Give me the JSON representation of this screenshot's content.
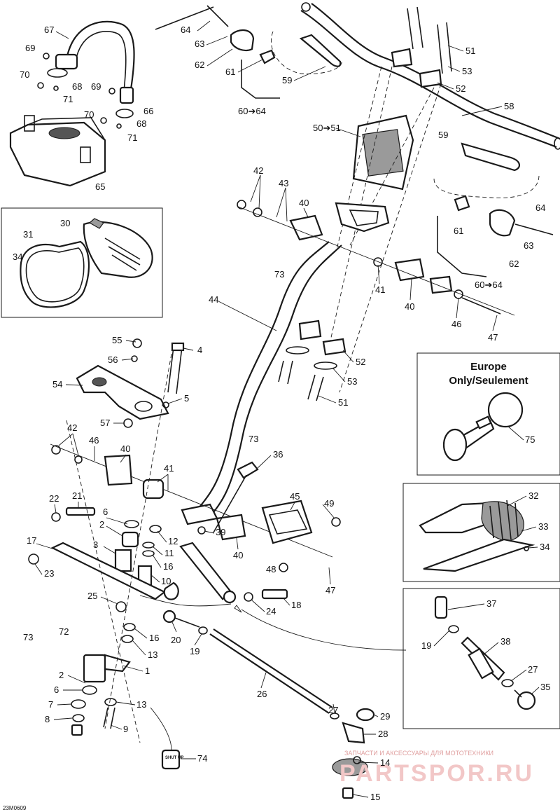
{
  "diagram": {
    "drawing_code": "23M0609",
    "europe_note_line1": "Europe",
    "europe_note_line2": "Only/Seulement",
    "stamp_text": "SHUT UP",
    "watermark_tagline": "ЗАПЧАСТИ И АКСЕССУАРЫ ДЛЯ МОТОТЕХНИКИ",
    "watermark_brand": "PARTSPOR.RU",
    "callouts": {
      "c67": "67",
      "c69a": "69",
      "c70a": "70",
      "c68a": "68",
      "c71a": "71",
      "c69b": "69",
      "c66": "66",
      "c70b": "70",
      "c68b": "68",
      "c71b": "71",
      "c65": "65",
      "c64a": "64",
      "c63a": "63",
      "c62a": "62",
      "c61a": "61",
      "c59a": "59",
      "c6064a": "60➔64",
      "c51a": "51",
      "c53a": "53",
      "c52a": "52",
      "c58": "58",
      "c5051": "50➔51",
      "c59b": "59",
      "c42a": "42",
      "c43": "43",
      "c40a": "40",
      "c64b": "64",
      "c61b": "61",
      "c63b": "63",
      "c62b": "62",
      "c6064b": "60➔64",
      "c73a": "73",
      "c41a": "41",
      "c40b": "40",
      "c46a": "46",
      "c47a": "47",
      "c30": "30",
      "c31": "31",
      "c34a": "34",
      "c44": "44",
      "c52b": "52",
      "c53b": "53",
      "c51b": "51",
      "c55": "55",
      "c56": "56",
      "c54": "54",
      "c4": "4",
      "c5": "5",
      "c57": "57",
      "c73b": "73",
      "c36": "36",
      "c42b": "42",
      "c46b": "46",
      "c40c": "40",
      "c41b": "41",
      "c45": "45",
      "c49": "49",
      "c22": "22",
      "c21": "21",
      "c6a": "6",
      "c2a": "2",
      "c3": "3",
      "c12": "12",
      "c11": "11",
      "c16a": "16",
      "c10": "10",
      "c39": "39",
      "c40d": "40",
      "c48": "48",
      "c17": "17",
      "c23": "23",
      "c47b": "47",
      "c25": "25",
      "c24": "24",
      "c18": "18",
      "c73c": "73",
      "c72": "72",
      "c16b": "16",
      "c13a": "13",
      "c20": "20",
      "c19a": "19",
      "c1": "1",
      "c2b": "2",
      "c6b": "6",
      "c7": "7",
      "c8": "8",
      "c13b": "13",
      "c9": "9",
      "c26": "26",
      "c27a": "27",
      "c29": "29",
      "c28": "28",
      "c74": "74",
      "c14": "14",
      "c15": "15",
      "c75": "75",
      "c32": "32",
      "c33": "33",
      "c34b": "34",
      "c37": "37",
      "c19b": "19",
      "c38": "38",
      "c27b": "27",
      "c35": "35"
    }
  }
}
